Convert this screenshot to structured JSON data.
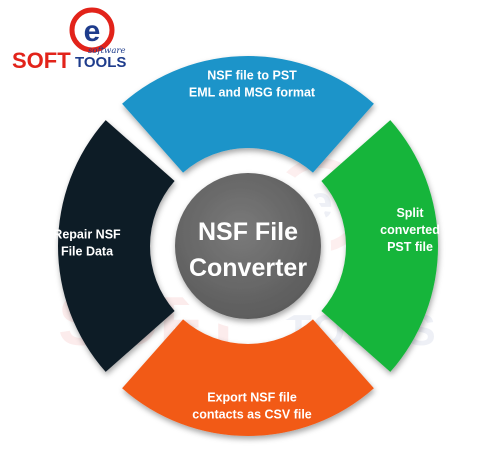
{
  "logo": {
    "badge_letter": "e",
    "brand_primary": "SOFT",
    "brand_secondary": "TOOLS",
    "tagline": "software",
    "colors": {
      "primary": "#e2231a",
      "secondary": "#1e3c8c"
    }
  },
  "watermark": {
    "badge_letter": "e",
    "primary": "SOFT",
    "secondary": "TOOLS"
  },
  "diagram": {
    "center": {
      "lines": [
        "NSF File",
        "Converter"
      ],
      "color": "#6b6b6b"
    },
    "segments": [
      {
        "key": "top",
        "lines": [
          "NSF file to PST",
          "EML and MSG format"
        ],
        "color": "#1b94c9"
      },
      {
        "key": "right",
        "lines": [
          "Split",
          "converted",
          "PST file"
        ],
        "color": "#17b53a"
      },
      {
        "key": "bottom",
        "lines": [
          "Export NSF  file",
          "contacts as CSV file"
        ],
        "color": "#f25a16"
      },
      {
        "key": "left",
        "lines": [
          "Repair NSF",
          "File Data"
        ],
        "color": "#0f1b26"
      }
    ]
  }
}
